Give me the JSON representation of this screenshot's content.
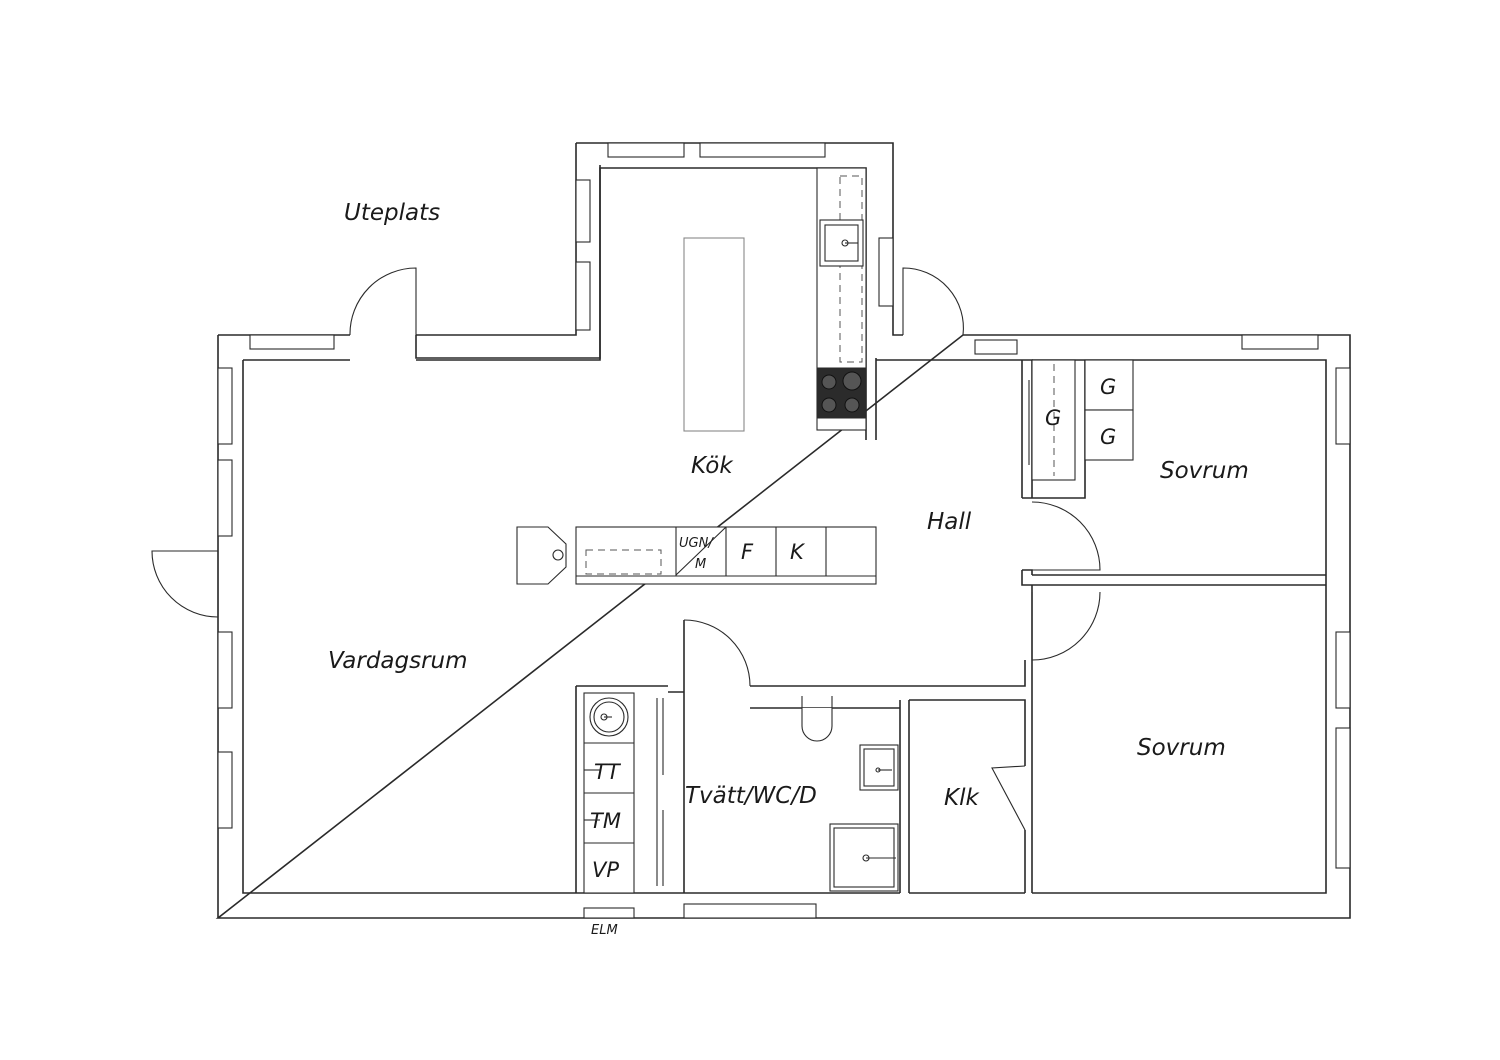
{
  "rooms": {
    "uteplats": "Uteplats",
    "kok": "Kök",
    "hall": "Hall",
    "sovrum_1": "Sovrum",
    "sovrum_2": "Sovrum",
    "vardagsrum": "Vardagsrum",
    "tvatt": "Tvätt/WC/D",
    "klk": "Klk"
  },
  "fixtures": {
    "ugn_line1": "UGN/",
    "ugn_line2": "M",
    "fridge": "F",
    "freezer": "K",
    "wardrobe_hall": "G",
    "wardrobe_bed_1": "G",
    "wardrobe_bed_2": "G",
    "tt": "TT",
    "tm": "TM",
    "vp": "VP",
    "elm": "ELM"
  },
  "colors": {
    "line": "#2a2a2a",
    "background": "#ffffff",
    "stove": "#2b2b2b"
  }
}
